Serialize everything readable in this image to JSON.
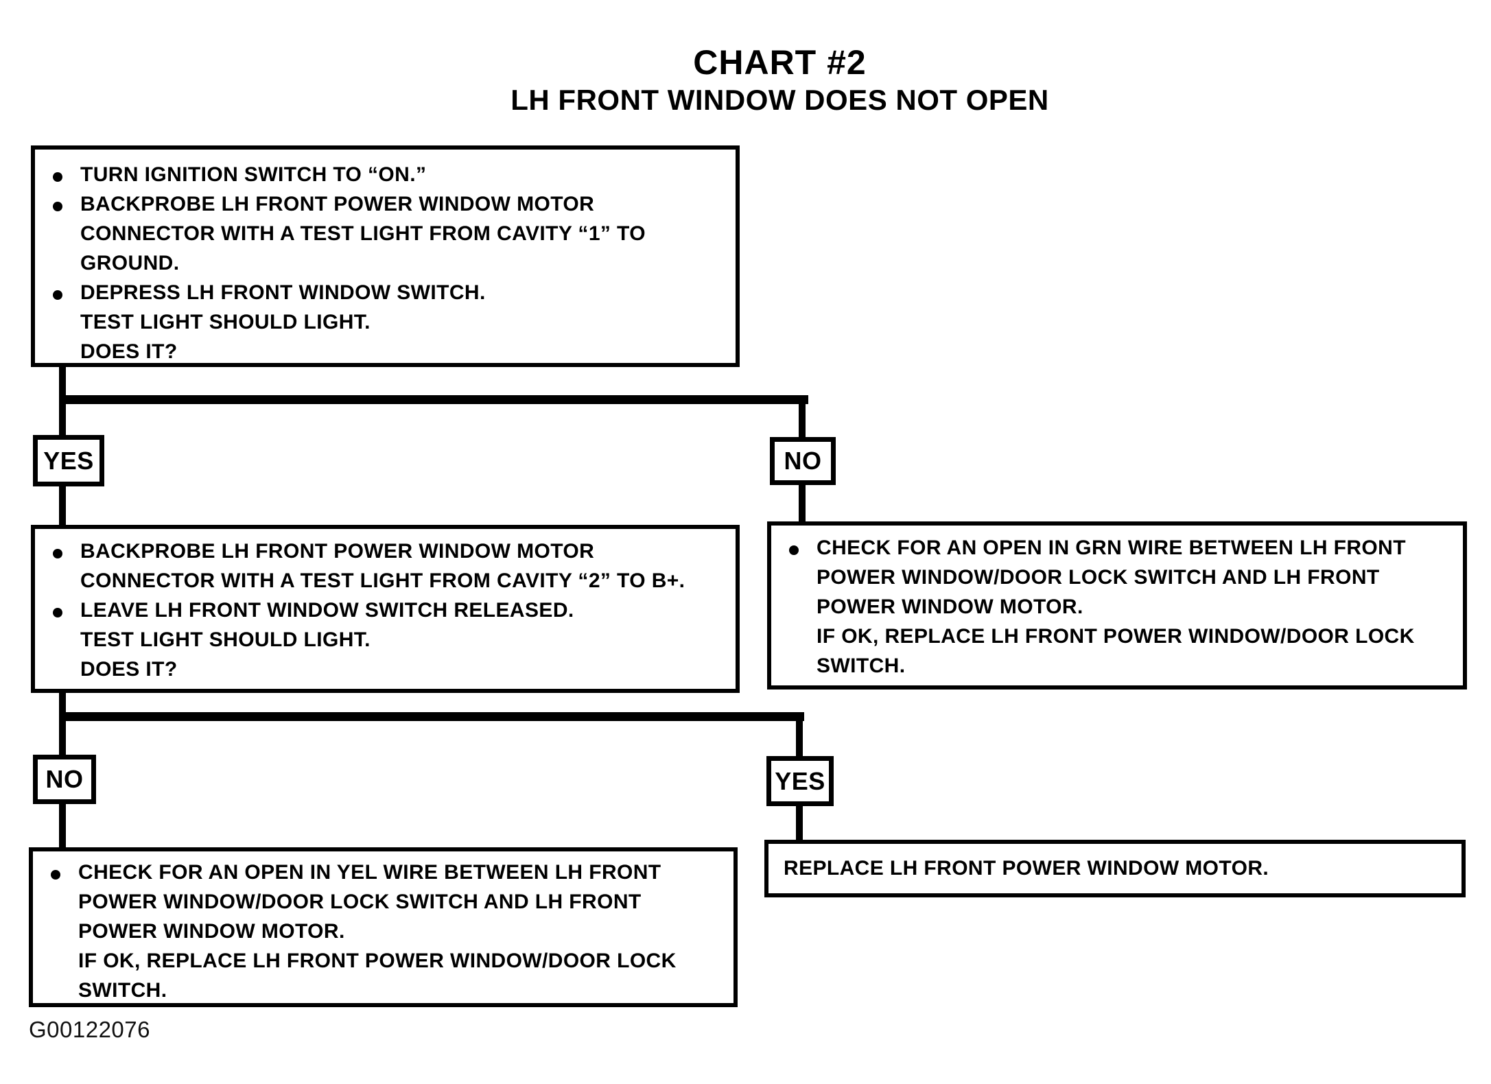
{
  "title": "CHART #2",
  "subtitle": "LH FRONT WINDOW DOES NOT OPEN",
  "figure_id": "G00122076",
  "colors": {
    "ink": "#000000",
    "paper": "#ffffff"
  },
  "labels": {
    "yes1": "YES",
    "no1": "NO",
    "no2": "NO",
    "yes2": "YES"
  },
  "steps": {
    "initial": {
      "lines": [
        "TURN IGNITION SWITCH TO “ON.”",
        "BACKPROBE LH FRONT POWER WINDOW MOTOR",
        "CONNECTOR WITH A TEST LIGHT FROM CAVITY “1” TO",
        "GROUND.",
        "DEPRESS LH FRONT WINDOW SWITCH.",
        "TEST LIGHT SHOULD LIGHT.",
        "DOES IT?"
      ]
    },
    "cavity2": {
      "lines": [
        "BACKPROBE LH FRONT POWER WINDOW MOTOR",
        "CONNECTOR WITH A TEST LIGHT FROM CAVITY “2” TO B+.",
        "LEAVE LH FRONT WINDOW SWITCH RELEASED.",
        "TEST LIGHT SHOULD LIGHT.",
        "DOES IT?"
      ]
    },
    "checkGrn": {
      "lines": [
        "CHECK FOR AN OPEN IN GRN WIRE BETWEEN LH FRONT",
        "POWER WINDOW/DOOR LOCK SWITCH AND LH FRONT",
        "POWER WINDOW MOTOR.",
        "IF OK, REPLACE LH FRONT POWER WINDOW/DOOR LOCK",
        "SWITCH."
      ]
    },
    "checkYel": {
      "lines": [
        "CHECK FOR AN OPEN IN YEL WIRE BETWEEN LH FRONT",
        "POWER WINDOW/DOOR LOCK SWITCH AND LH FRONT",
        "POWER WINDOW MOTOR.",
        "IF OK, REPLACE LH FRONT POWER WINDOW/DOOR LOCK",
        "SWITCH."
      ]
    },
    "replaceMotor": {
      "lines": [
        "REPLACE LH FRONT POWER WINDOW MOTOR."
      ]
    }
  },
  "flow": {
    "edges": [
      {
        "from": "initial-test",
        "label": "YES",
        "to": "cavity2-test"
      },
      {
        "from": "initial-test",
        "label": "NO",
        "to": "check-grn-wire"
      },
      {
        "from": "cavity2-test",
        "label": "NO",
        "to": "check-yel-wire"
      },
      {
        "from": "cavity2-test",
        "label": "YES",
        "to": "replace-motor"
      }
    ]
  }
}
